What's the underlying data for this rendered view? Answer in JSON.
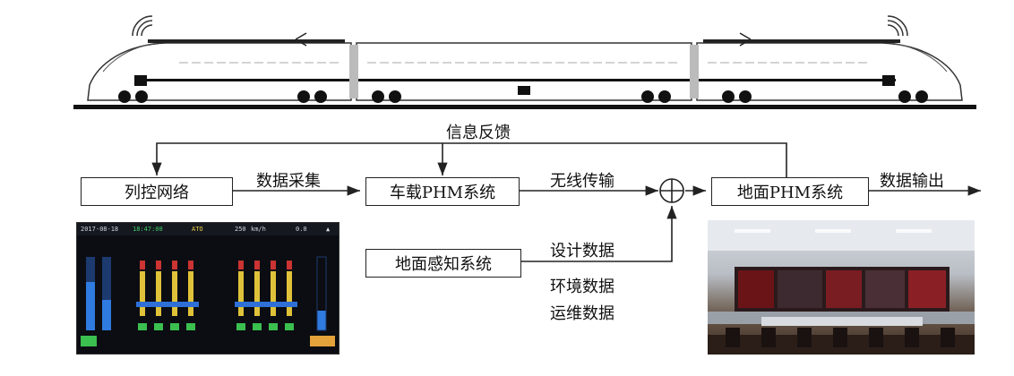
{
  "nodes": {
    "train_control_network": "列控网络",
    "onboard_phm": "车载PHM系统",
    "ground_perception": "地面感知系统",
    "ground_phm": "地面PHM系统"
  },
  "edges": {
    "info_feedback": "信息反馈",
    "data_collection": "数据采集",
    "wireless_transmission": "无线传输",
    "data_output": "数据输出",
    "design_data": "设计数据",
    "environment_data": "环境数据",
    "maintenance_data": "运维数据"
  },
  "dashboard": {
    "date": "2017-08-18",
    "time": "18:47:00",
    "mode": "ATO",
    "speed": "250",
    "speed_unit": "km/h",
    "value": "0.0"
  }
}
